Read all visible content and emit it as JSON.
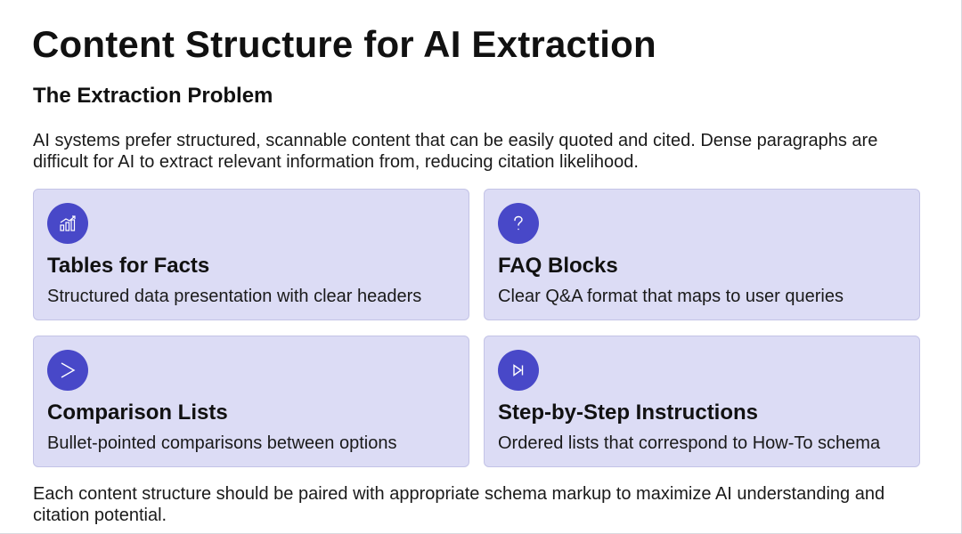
{
  "slide": {
    "title": "Content Structure for AI Extraction",
    "subtitle": "The Extraction Problem",
    "intro": "AI systems prefer structured, scannable content that can be easily quoted and cited. Dense paragraphs are difficult for AI to extract relevant information from, reducing citation likelihood.",
    "footer": "Each content structure should be paired with appropriate schema markup to maximize AI understanding and citation potential."
  },
  "cards": [
    {
      "icon": "bar-chart-icon",
      "title": "Tables for Facts",
      "description": "Structured data presentation with clear headers"
    },
    {
      "icon": "question-mark-icon",
      "title": "FAQ Blocks",
      "description": "Clear Q&A format that maps to user queries"
    },
    {
      "icon": "chevron-right-icon",
      "title": "Comparison Lists",
      "description": "Bullet-pointed comparisons between options"
    },
    {
      "icon": "skip-forward-icon",
      "title": "Step-by-Step Instructions",
      "description": "Ordered lists that correspond to How-To schema"
    }
  ],
  "colors": {
    "card_background": "#dcdcf5",
    "card_border": "#c3c3e6",
    "icon_background": "#4848c8",
    "text": "#111111"
  }
}
